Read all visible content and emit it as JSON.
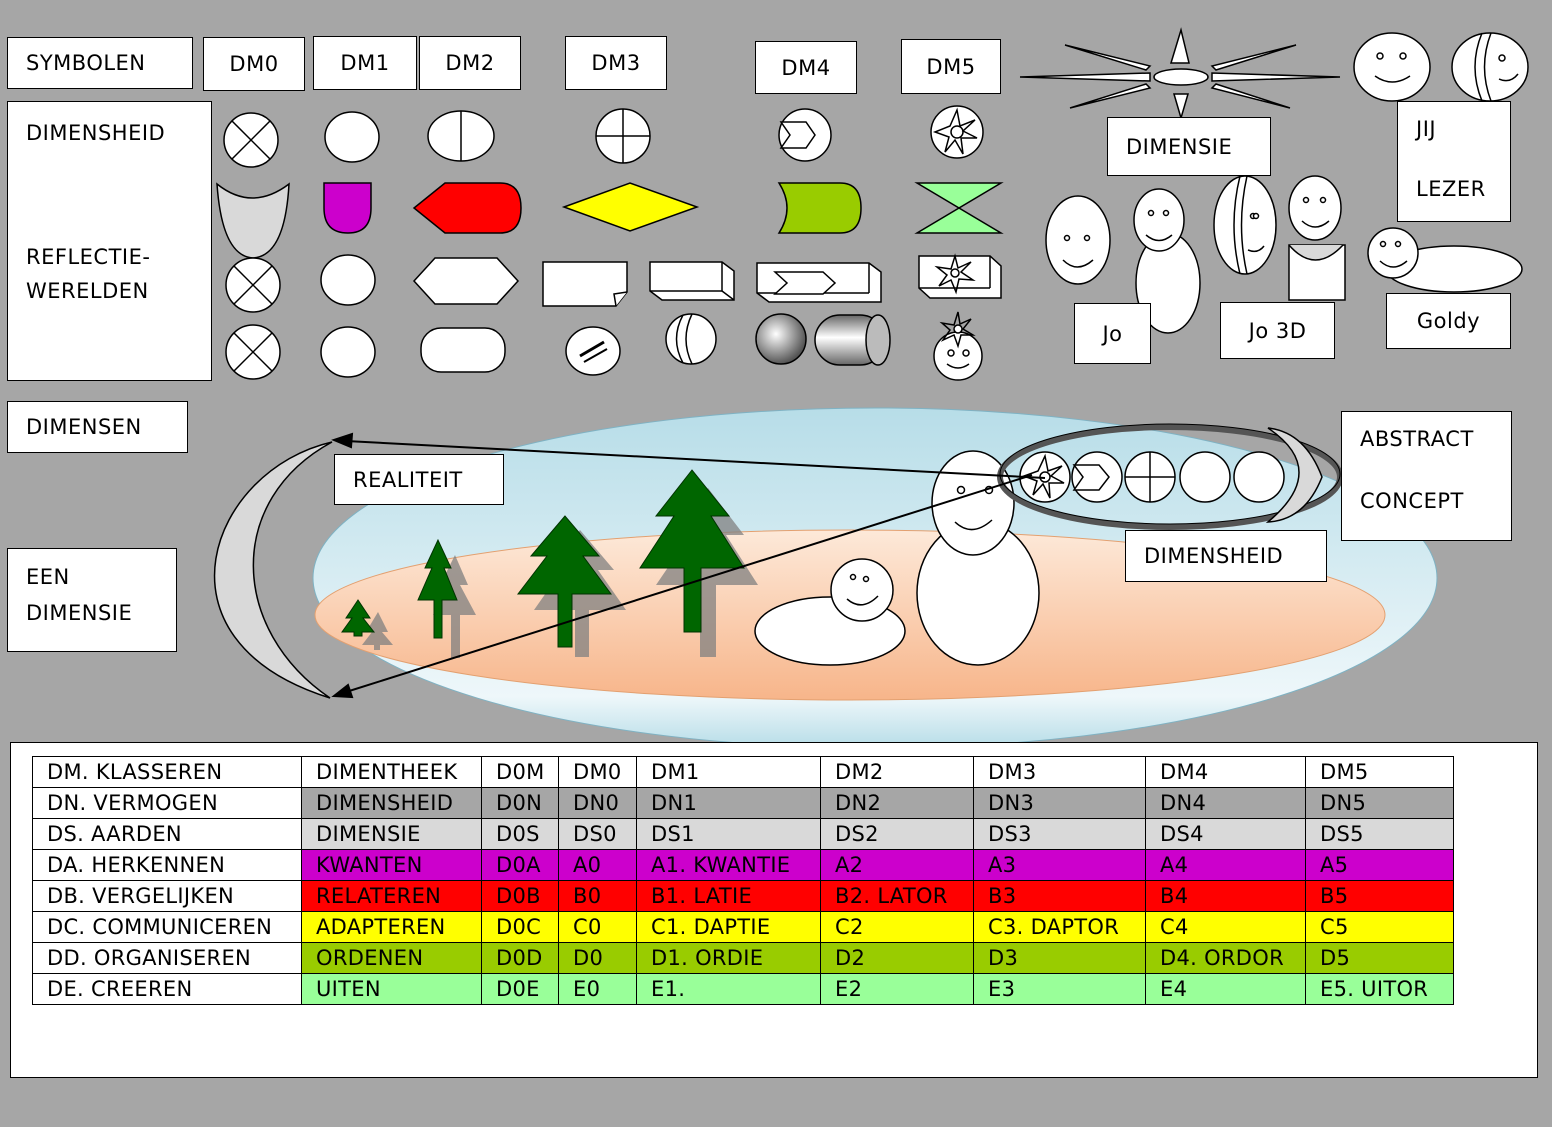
{
  "labels": {
    "symbolen": "SYMBOLEN",
    "dm0": "DM0",
    "dm1": "DM1",
    "dm2": "DM2",
    "dm3": "DM3",
    "dm4": "DM4",
    "dm5": "DM5",
    "dimensheid_top": "DIMENSHEID",
    "reflectie_1": "REFLECTIE-",
    "reflectie_2": "WERELDEN",
    "dimensie_top": "DIMENSIE",
    "jij": "JIJ",
    "lezer": "LEZER",
    "jo": "Jo",
    "jo3d": "Jo 3D",
    "goldy": "Goldy",
    "dimensen": "DIMENSEN",
    "realiteit": "REALITEIT",
    "abstract": "ABSTRACT",
    "concept": "CONCEPT",
    "een": "EEN",
    "een_dimensie": "DIMENSIE",
    "dimensheid_scene": "DIMENSHEID"
  },
  "colors": {
    "background": "#a6a6a6",
    "dm_row": "#ffffff",
    "dn_row": "#a6a6a6",
    "ds_row": "#d9d9d9",
    "da_row": "#cc00cc",
    "db_row": "#ff0000",
    "dc_row": "#ffff00",
    "dd_row": "#99cc00",
    "de_row": "#99ff99",
    "tree": "#006600",
    "ground": "#fbd5b5",
    "sky": "#b7dde8"
  },
  "table": {
    "rows": [
      {
        "color": "#ffffff",
        "cells": [
          "DM. KLASSEREN",
          "DIMENTHEEK",
          "D0M",
          "DM0",
          "DM1",
          "DM2",
          "DM3",
          "DM4",
          "DM5"
        ]
      },
      {
        "color": "#a6a6a6",
        "cells": [
          "DN. VERMOGEN",
          "DIMENSHEID",
          "D0N",
          "DN0",
          "DN1",
          "DN2",
          "DN3",
          "DN4",
          "DN5"
        ]
      },
      {
        "color": "#d9d9d9",
        "cells": [
          "DS. AARDEN",
          "DIMENSIE",
          "D0S",
          "DS0",
          "DS1",
          "DS2",
          "DS3",
          "DS4",
          "DS5"
        ]
      },
      {
        "color": "#cc00cc",
        "cells": [
          "DA. HERKENNEN",
          "KWANTEN",
          "D0A",
          "A0",
          "A1. KWANTIE",
          "A2",
          "A3",
          "A4",
          "A5"
        ]
      },
      {
        "color": "#ff0000",
        "cells": [
          "DB. VERGELIJKEN",
          "RELATEREN",
          "D0B",
          "B0",
          "B1. LATIE",
          "B2. LATOR",
          "B3",
          "B4",
          "B5"
        ]
      },
      {
        "color": "#ffff00",
        "cells": [
          "DC. COMMUNICEREN",
          "ADAPTEREN",
          "D0C",
          "C0",
          "C1. DAPTIE",
          "C2",
          "C3. DAPTOR",
          "C4",
          "C5"
        ]
      },
      {
        "color": "#99cc00",
        "cells": [
          "DD. ORGANISEREN",
          "ORDENEN",
          "D0D",
          "D0",
          "D1. ORDIE",
          "D2",
          "D3",
          "D4. ORDOR",
          "D5"
        ]
      },
      {
        "color": "#99ff99",
        "cells": [
          "DE. CREEREN",
          "UITEN",
          "D0E",
          "E0",
          "E1.",
          "E2",
          "E3",
          "E4",
          "E5. UITOR"
        ]
      }
    ]
  }
}
